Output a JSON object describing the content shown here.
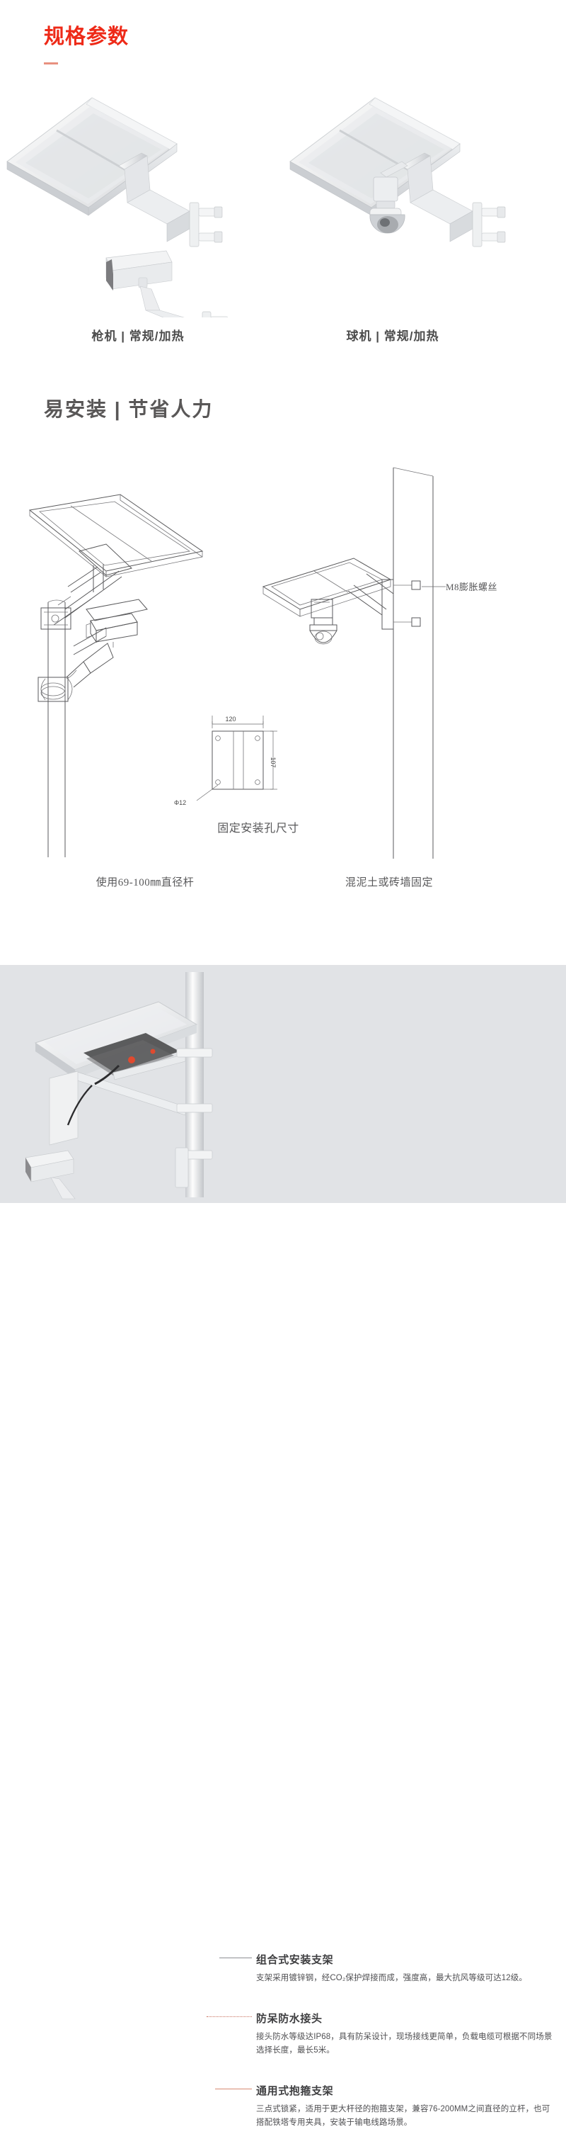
{
  "spec_section": {
    "title": "规格参数",
    "products": [
      {
        "label": "枪机 | 常规/加热",
        "icon": "bullet-camera-solar-bracket"
      },
      {
        "label": "球机 | 常规/加热",
        "icon": "dome-camera-solar-bracket"
      }
    ]
  },
  "install_section": {
    "title": "易安装 | 节省人力",
    "captions": {
      "pole": "使用69-100㎜直径杆",
      "wall": "混泥土或砖墙固定",
      "hole": "固定安装孔尺寸",
      "anchor": "M8膨胀螺丝"
    },
    "hole_dimensions": {
      "width": "120",
      "height": "107",
      "diameter": "Φ12"
    }
  },
  "features": [
    {
      "title": "组合式安装支架",
      "desc": "支架采用镀锌钢，经CO₂保护焊接而成，强度高，最大抗风等级可达12级。",
      "leader": "solid-grey"
    },
    {
      "title": "防呆防水接头",
      "desc": "接头防水等级达IP68，具有防呆设计，现场接线更简单，负载电缆可根据不同场景选择长度，最长5米。",
      "leader": "dotted-salmon"
    },
    {
      "title": "通用式抱箍支架",
      "desc": "三点式锁紧，适用于更大杆径的抱箍支架，兼容76-200MM之间直径的立杆，也可搭配铁塔专用夹具，安装于输电线路场景。",
      "leader": "solid-salmon"
    }
  ],
  "colors": {
    "title_red": "#ee2a18",
    "dash_salmon": "#e8917f",
    "heading_grey": "#595757",
    "panel_bg": "#e1e3e6"
  }
}
